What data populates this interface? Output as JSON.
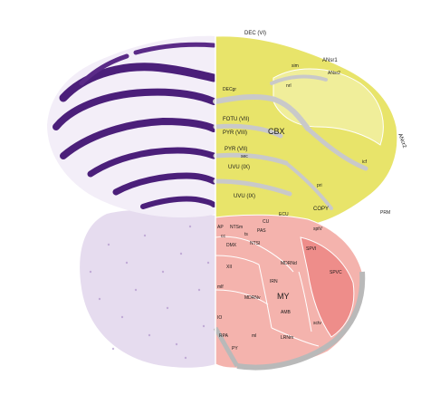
{
  "colors": {
    "nissl_stain": "#5a2a87",
    "nissl_pale": "#d7c9e6",
    "cerebellum_fill": "#e8e46a",
    "cerebellum_light": "#f0ee9a",
    "white_matter": "#c9c9c9",
    "medulla_fill": "#f4b3ad",
    "medulla_dark": "#ee8d8a",
    "fiber_gray": "#b9b9b9"
  },
  "labels": {
    "dec": "DEC (VI)",
    "ansr1": "ANsr1",
    "sim": "sim",
    "ansr1_lower": "ANsr2",
    "ansr2_side": "ANcr2",
    "decgr": "DECgr",
    "fotu": "FOTU (VII)",
    "pyr8": "PYR (VIII)",
    "cbx": "CBX",
    "pyr7": "PYR (VII)",
    "sec": "sec",
    "uvu9": "UVU (IX)",
    "uvu9b": "UVU (IX)",
    "copy": "COPY",
    "prm": "PRM",
    "icf": "icf",
    "pri": "pri",
    "nrl": "nrl",
    "ap": "AP",
    "cu": "CU",
    "ecu": "ECU",
    "ntsm": "NTSm",
    "pas": "PAS",
    "ntsl": "NTSl",
    "dmx": "DMX",
    "xii": "XII",
    "spvi": "SPVI",
    "mdrnd": "MDRNd",
    "mdrnv": "MDRNv",
    "irn": "IRN",
    "my": "MY",
    "spvc": "SPVC",
    "amb": "AMB",
    "mlf": "mlf",
    "rpa": "RPA",
    "io": "IO",
    "py": "PY",
    "ml": "ml",
    "lrnm": "LRNm",
    "sptv": "sptV",
    "cc": "cc",
    "ts": "ts",
    "sctv": "sctv"
  }
}
